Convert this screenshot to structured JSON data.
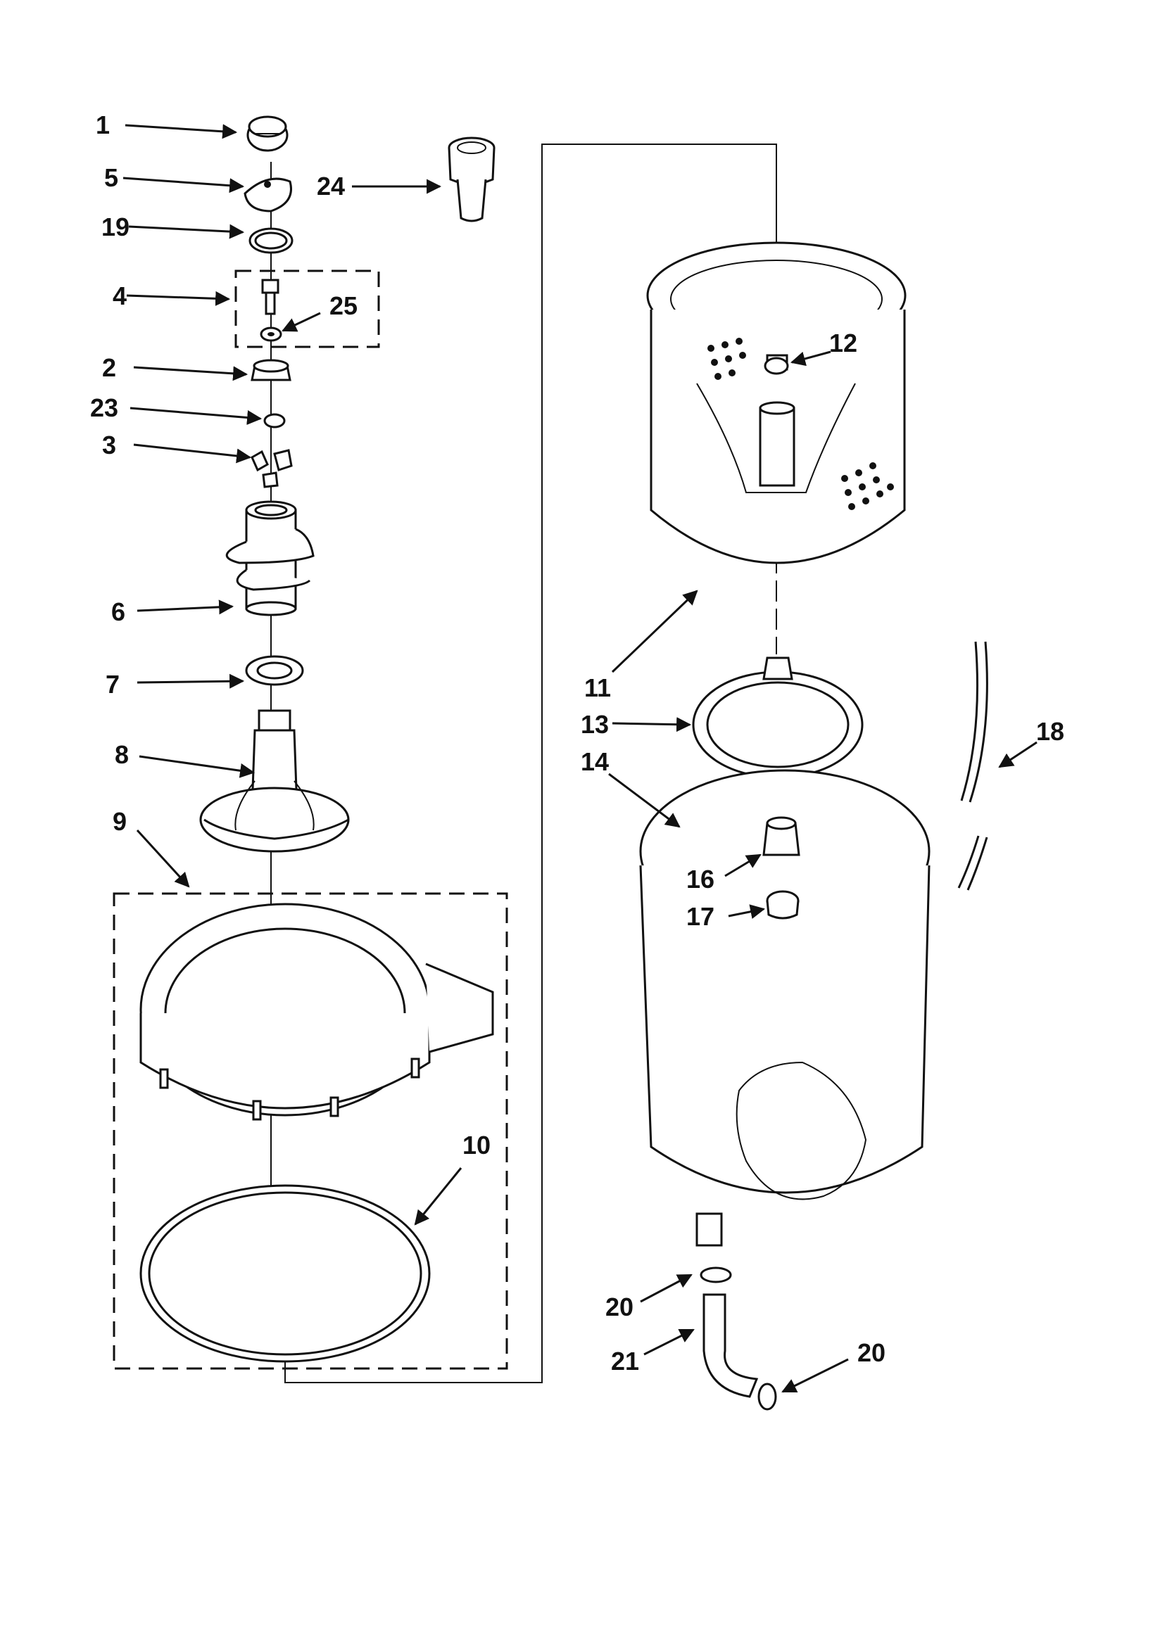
{
  "diagram": {
    "callouts": [
      "1",
      "5",
      "19",
      "4",
      "25",
      "2",
      "23",
      "3",
      "6",
      "7",
      "8",
      "9",
      "10",
      "24",
      "11",
      "12",
      "13",
      "14",
      "16",
      "17",
      "18",
      "20",
      "21",
      "20"
    ]
  },
  "colors": {
    "ink": "#111111",
    "paper": "#ffffff"
  }
}
